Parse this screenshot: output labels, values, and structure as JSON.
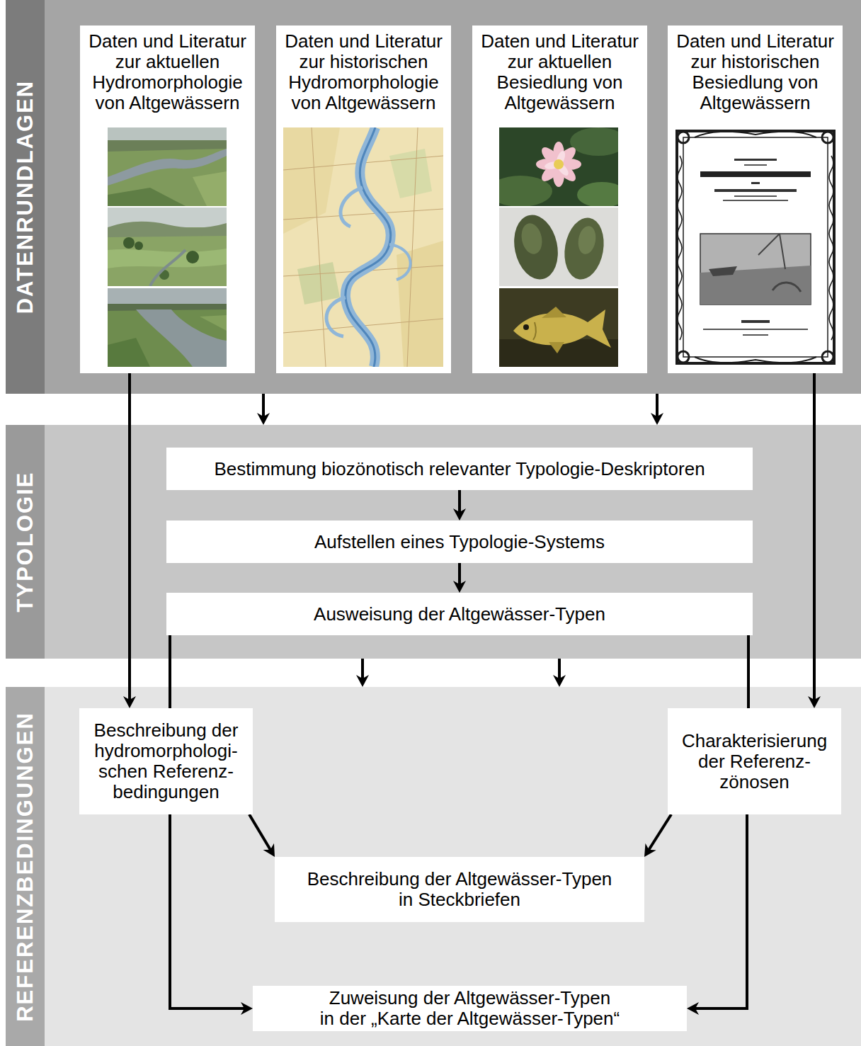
{
  "diagram": {
    "nodes": [
      {
        "text": [
          "DATENRUNDLAGEN"
        ]
      },
      {
        "text": [
          "Daten und Literatur zur aktuellen Hydromorphologie von Altgewässern"
        ],
        "in": 0
      },
      {
        "text": [
          "Daten und Literatur zur historischen Hydromorphologie von Altgewässern"
        ],
        "in": 0
      },
      {
        "text": [
          "Daten und Literatur zur aktuellen Besiedlung von Altgewässern"
        ],
        "in": 0
      },
      {
        "text": [
          "Daten und Literatur zur historischen Besiedlung von Altgewässern"
        ],
        "in": 0
      },
      {
        "text": [
          "TYPOLOGIE"
        ]
      },
      {
        "text": [
          "Bestimmung biozönotisch relevanter Typologie-Deskriptoren"
        ],
        "in": 5
      },
      {
        "text": [
          "Aufstellen eines Typologie-Systems"
        ],
        "in": 5
      },
      {
        "text": [
          "Ausweisung der Altgewässer-Typen"
        ],
        "in": 5
      },
      {
        "text": [
          "REFERENZBEDINGUNGEN"
        ]
      },
      {
        "text": [
          "Beschreibung der hydromorphologi- schen Referenz- bedingungen"
        ],
        "in": 9
      },
      {
        "text": [
          "Charakterisierung der Referenz- zönosen"
        ],
        "in": 9
      },
      {
        "text": [
          "Beschreibung der Altgewässer-Typen in Steckbriefen"
        ],
        "in": 9
      },
      {
        "text": [
          "Zuweisung der Altgewässer-Typen in der „Karte der Altgewässer-Typen“"
        ],
        "in": 9
      }
    ],
    "edges": [
      {
        "from": 1,
        "to": 10,
        "arrow": "to"
      },
      {
        "from": 4,
        "to": 11,
        "arrow": "to"
      },
      {
        "from": 0,
        "to": 5,
        "arrow": "to"
      },
      {
        "from": 0,
        "to": 5,
        "arrow": "to"
      },
      {
        "from": 6,
        "to": 7,
        "arrow": "to"
      },
      {
        "from": 7,
        "to": 8,
        "arrow": "to"
      },
      {
        "from": 8,
        "to": 10,
        "arrow": "none"
      },
      {
        "from": 8,
        "to": 11,
        "arrow": "none"
      },
      {
        "from": 5,
        "to": 9,
        "arrow": "to"
      },
      {
        "from": 5,
        "to": 9,
        "arrow": "to"
      },
      {
        "from": 10,
        "to": 12,
        "arrow": "to"
      },
      {
        "from": 11,
        "to": 12,
        "arrow": "to"
      },
      {
        "from": 10,
        "to": 13,
        "arrow": "to"
      },
      {
        "from": 11,
        "to": 13,
        "arrow": "to"
      }
    ]
  }
}
